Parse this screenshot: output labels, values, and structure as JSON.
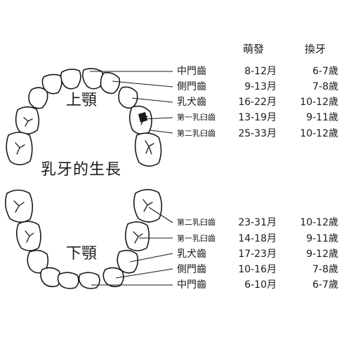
{
  "headers": {
    "eruption": "萌發",
    "replacement": "換牙"
  },
  "labels": {
    "upper_jaw": "上顎",
    "lower_jaw": "下顎",
    "title": "乳牙的生長"
  },
  "upper_teeth": [
    {
      "name": "中門齒",
      "eruption": "8-12月",
      "replacement": "6-7歲"
    },
    {
      "name": "側門齒",
      "eruption": "9-13月",
      "replacement": "7-8歲"
    },
    {
      "name": "乳犬齒",
      "eruption": "16-22月",
      "replacement": "10-12歲"
    },
    {
      "name": "第一乳臼齒",
      "eruption": "13-19月",
      "replacement": "9-11歲"
    },
    {
      "name": "第二乳臼齒",
      "eruption": "25-33月",
      "replacement": "10-12歲"
    }
  ],
  "lower_teeth": [
    {
      "name": "第二乳臼齒",
      "eruption": "23-31月",
      "replacement": "10-12歲"
    },
    {
      "name": "第一乳臼齒",
      "eruption": "14-18月",
      "replacement": "9-11歲"
    },
    {
      "name": "乳犬齒",
      "eruption": "17-23月",
      "replacement": "9-12歲"
    },
    {
      "name": "側門齒",
      "eruption": "10-16月",
      "replacement": "7-8歲"
    },
    {
      "name": "中門齒",
      "eruption": "6-10月",
      "replacement": "6-7歲"
    }
  ]
}
